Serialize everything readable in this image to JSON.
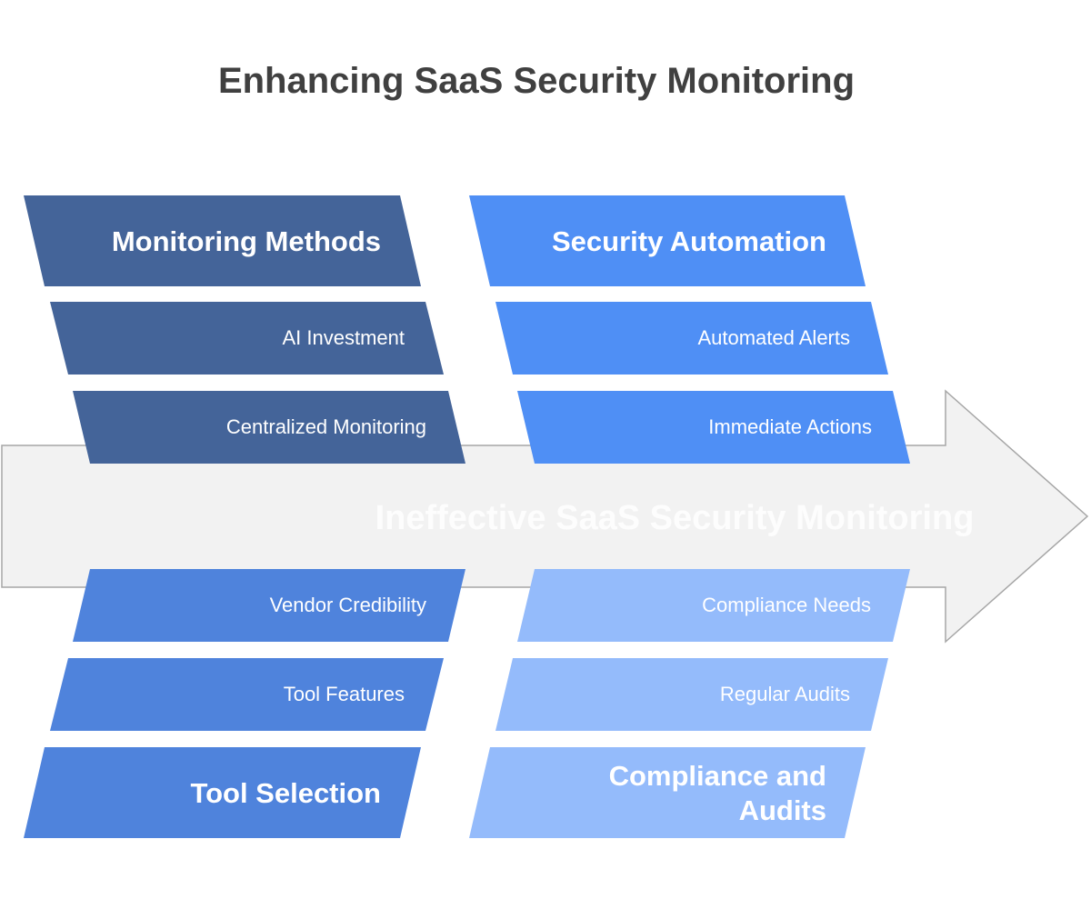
{
  "title": "Enhancing SaaS Security Monitoring",
  "problem": "Ineffective SaaS Security Monitoring",
  "colors": {
    "spine_fill": "#f2f2f2",
    "spine_stroke": "#a6a6a6",
    "monitoring_methods": "#446499",
    "security_automation": "#4f8ff5",
    "tool_selection": "#4f83dc",
    "compliance_and_audits": "#94bbfb"
  },
  "categories": {
    "monitoring_methods": {
      "label": "Monitoring Methods",
      "causes": [
        "AI Investment",
        "Centralized Monitoring"
      ]
    },
    "security_automation": {
      "label": "Security Automation",
      "causes": [
        "Automated Alerts",
        "Immediate Actions"
      ]
    },
    "tool_selection": {
      "label": "Tool Selection",
      "causes": [
        "Vendor Credibility",
        "Tool Features"
      ]
    },
    "compliance_and_audits": {
      "label_line1": "Compliance and",
      "label_line2": "Audits",
      "causes": [
        "Compliance Needs",
        "Regular Audits"
      ]
    }
  }
}
